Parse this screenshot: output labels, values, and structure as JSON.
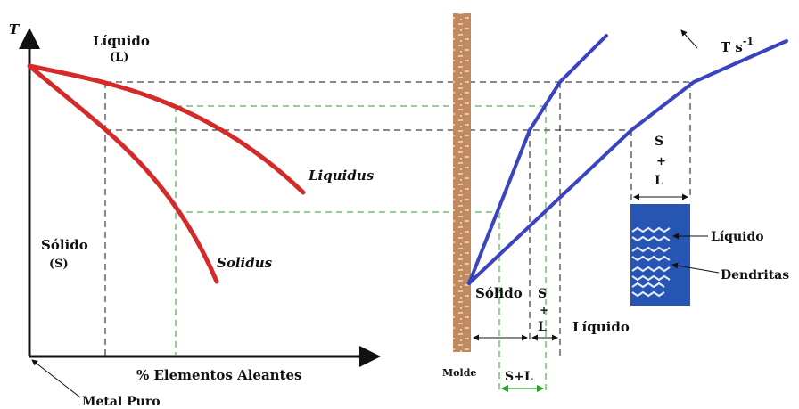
{
  "diagram": {
    "left": {
      "axis_y_label": "T",
      "axis_x_label": "% Elementos Aleantes",
      "liquid_region": "Líquido",
      "liquid_symbol": "(L)",
      "solid_region": "Sólido",
      "solid_symbol": "(S)",
      "liquidus_label": "Liquidus",
      "solidus_label": "Solidus",
      "pure_metal_label": "Metal Puro"
    },
    "right": {
      "cooling_rate_label": "T s",
      "cooling_rate_exponent": "-1",
      "mold_label": "Molde",
      "solid_label": "Sólido",
      "mushy_s": "S",
      "mushy_plus": "+",
      "mushy_l": "L",
      "liquid_label": "Líquido",
      "mushy_width_label": "S+L",
      "detail_s": "S",
      "detail_plus": "+",
      "detail_l": "L",
      "detail_liquid_label": "Líquido",
      "detail_dendrites_label": "Dendritas"
    },
    "colors": {
      "phase_curves": "#d42a2a",
      "front_lines": "#3a44c0",
      "guides": "#111111",
      "green_guides": "#2aa02a",
      "mold": "#c08a5e",
      "dendrite_box": "#2655b3"
    }
  }
}
